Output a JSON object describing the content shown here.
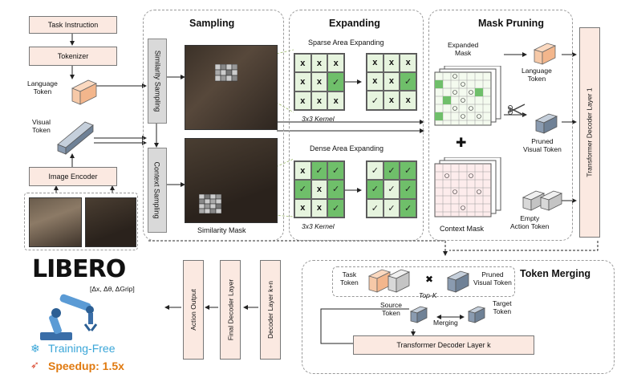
{
  "left": {
    "task_instruction": "Task Instruction",
    "tokenizer": "Tokenizer",
    "language_token": "Language\nToken",
    "visual_token": "Visual\nToken",
    "image_encoder": "Image Encoder"
  },
  "sampling": {
    "title": "Sampling",
    "similarity_sampling": "Similarity Sampling",
    "context_sampling": "Context Sampling",
    "similarity_mask": "Similarity Mask"
  },
  "expanding": {
    "title": "Expanding",
    "sparse": "Sparse Area Expanding",
    "dense": "Dense Area Expanding",
    "kernel_top": "3x3 Kernel",
    "kernel_bottom": "3x3 Kernel",
    "mark_x": "x",
    "mark_check": "✓"
  },
  "mask_pruning": {
    "title": "Mask Pruning",
    "expanded_mask": "Expanded\nMask",
    "context_mask": "Context Mask",
    "language_token": "Language\nToken",
    "pruned_visual_token": "Pruned\nVisual Token",
    "empty_action_token": "Empty\nAction Token",
    "decoder_layer_1": "Transformer Decoder Layer 1"
  },
  "merging": {
    "title": "Token Merging",
    "task_token": "Task\nToken",
    "pruned_visual_token": "Pruned\nVisual Token",
    "top_k": "Top-K",
    "source_token": "Source\nToken",
    "target_token": "Target\nToken",
    "merging": "Merging",
    "decoder_layer_k": "Transformer Decoder Layer k"
  },
  "output": {
    "action_output": "Action Output",
    "final_decoder_layer": "Final Decoder Layer",
    "decoder_layer_k1": "Decoder Layer k+n"
  },
  "branding": {
    "logo": "LIBERO",
    "action_vector": "[Δx, Δθ, ΔGrip]",
    "training_free": "Training-Free",
    "speedup": "Speedup: 1.5x"
  },
  "colors": {
    "token_peach": "#f6c9a8",
    "token_gray": "#8a9bb0",
    "green_light": "#e6f4de",
    "green_dark": "#6fbf6a",
    "box_fill": "#fbe9e1",
    "training_free": "#3aa6d8",
    "speedup": "#e07a10"
  }
}
